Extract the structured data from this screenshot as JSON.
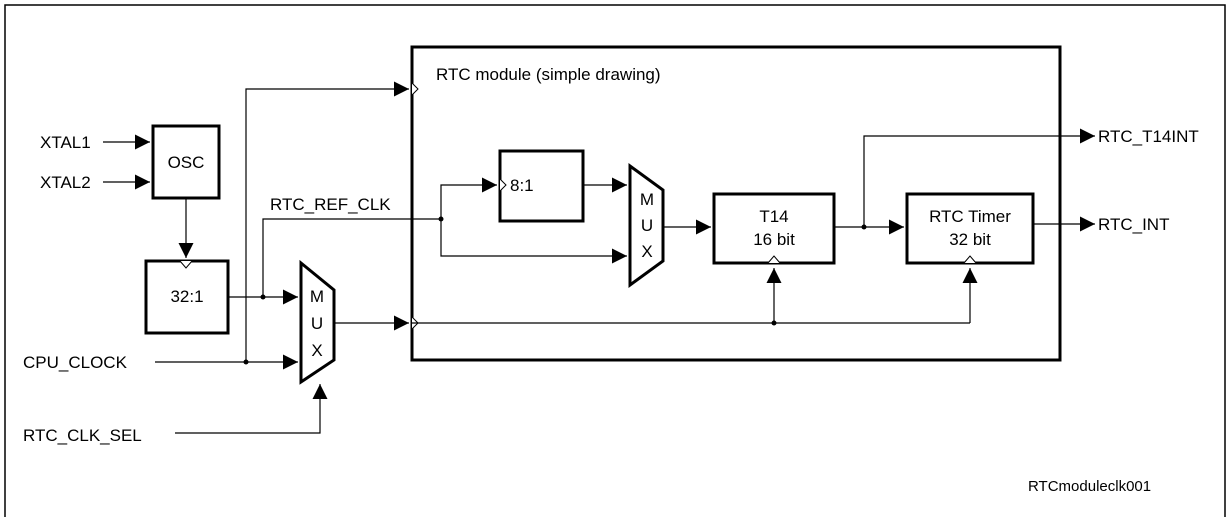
{
  "module_title": "RTC module (simple drawing)",
  "inputs": {
    "xtal1": "XTAL1",
    "xtal2": "XTAL2",
    "cpu_clock": "CPU_CLOCK",
    "rtc_clk_sel": "RTC_CLK_SEL"
  },
  "blocks": {
    "osc": "OSC",
    "div32": "32:1",
    "div8": "8:1",
    "t14_line1": "T14",
    "t14_line2": "16 bit",
    "timer_line1": "RTC Timer",
    "timer_line2": "32 bit"
  },
  "mux_letters": [
    "M",
    "U",
    "X"
  ],
  "signals": {
    "rtc_ref_clk": "RTC_REF_CLK"
  },
  "outputs": {
    "t14int": "RTC_T14INT",
    "int": "RTC_INT"
  },
  "figure_id": "RTCmoduleclk001"
}
